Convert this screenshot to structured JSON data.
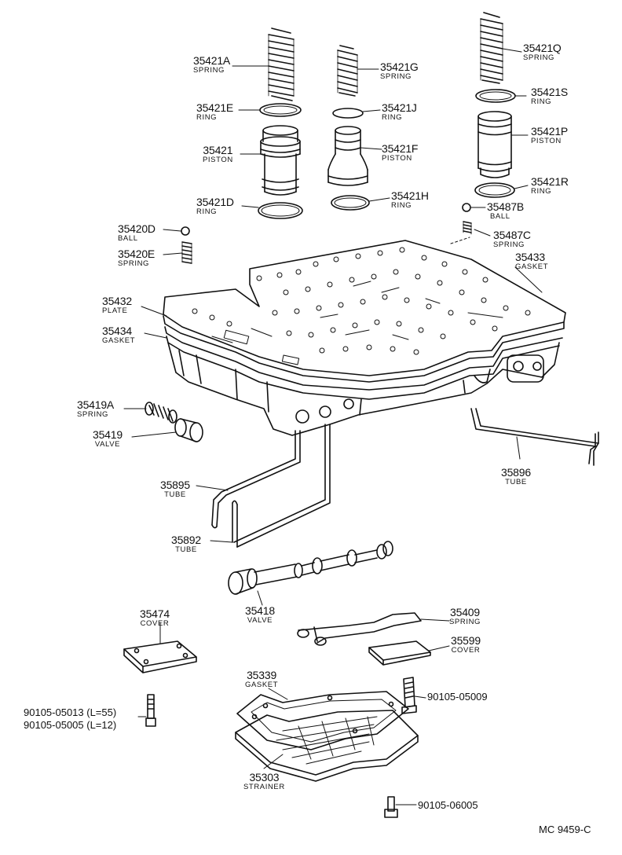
{
  "parts": [
    {
      "id": "35421A",
      "pn": "35421A",
      "name": "SPRING"
    },
    {
      "id": "35421E",
      "pn": "35421E",
      "name": "RING"
    },
    {
      "id": "35421",
      "pn": "35421",
      "name": "PISTON"
    },
    {
      "id": "35421D",
      "pn": "35421D",
      "name": "RING"
    },
    {
      "id": "35421G",
      "pn": "35421G",
      "name": "SPRING"
    },
    {
      "id": "35421J",
      "pn": "35421J",
      "name": "RING"
    },
    {
      "id": "35421F",
      "pn": "35421F",
      "name": "PISTON"
    },
    {
      "id": "35421H",
      "pn": "35421H",
      "name": "RING"
    },
    {
      "id": "35421Q",
      "pn": "35421Q",
      "name": "SPRING"
    },
    {
      "id": "35421S",
      "pn": "35421S",
      "name": "RING"
    },
    {
      "id": "35421P",
      "pn": "35421P",
      "name": "PISTON"
    },
    {
      "id": "35421R",
      "pn": "35421R",
      "name": "RING"
    },
    {
      "id": "35487B",
      "pn": "35487B",
      "name": "BALL"
    },
    {
      "id": "35487C",
      "pn": "35487C",
      "name": "SPRING"
    },
    {
      "id": "35420D",
      "pn": "35420D",
      "name": "BALL"
    },
    {
      "id": "35420E",
      "pn": "35420E",
      "name": "SPRING"
    },
    {
      "id": "35433",
      "pn": "35433",
      "name": "GASKET"
    },
    {
      "id": "35432",
      "pn": "35432",
      "name": "PLATE"
    },
    {
      "id": "35434",
      "pn": "35434",
      "name": "GASKET"
    },
    {
      "id": "35419A",
      "pn": "35419A",
      "name": "SPRING"
    },
    {
      "id": "35419",
      "pn": "35419",
      "name": "VALVE"
    },
    {
      "id": "35895",
      "pn": "35895",
      "name": "TUBE"
    },
    {
      "id": "35896",
      "pn": "35896",
      "name": "TUBE"
    },
    {
      "id": "35892",
      "pn": "35892",
      "name": "TUBE"
    },
    {
      "id": "35418",
      "pn": "35418",
      "name": "VALVE"
    },
    {
      "id": "35474",
      "pn": "35474",
      "name": "COVER"
    },
    {
      "id": "35409",
      "pn": "35409",
      "name": "SPRING"
    },
    {
      "id": "35599",
      "pn": "35599",
      "name": "COVER"
    },
    {
      "id": "35339",
      "pn": "35339",
      "name": "GASKET"
    },
    {
      "id": "35303",
      "pn": "35303",
      "name": "STRAINER"
    }
  ],
  "bolts": {
    "b1": "90105-05009",
    "b2": "90105-05013 (L=55)",
    "b3": "90105-05005 (L=12)",
    "b4": "90105-06005"
  },
  "reference": "MC 9459-C"
}
